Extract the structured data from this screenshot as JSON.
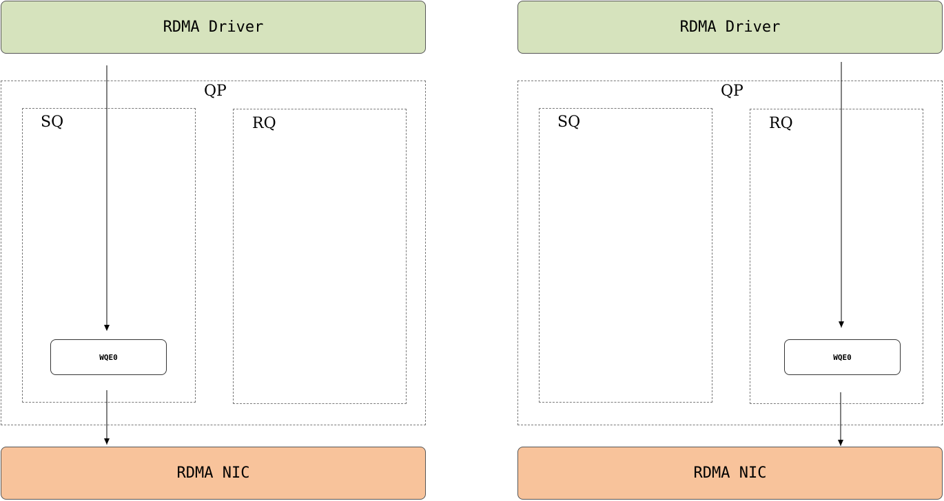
{
  "diagrams": [
    {
      "driver_label": "RDMA Driver",
      "qp_label": "QP",
      "sq_label": "SQ",
      "rq_label": "RQ",
      "wqe_label": "WQE0",
      "nic_label": "RDMA NIC",
      "target_queue": "SQ"
    },
    {
      "driver_label": "RDMA Driver",
      "qp_label": "QP",
      "sq_label": "SQ",
      "rq_label": "RQ",
      "wqe_label": "WQE0",
      "nic_label": "RDMA NIC",
      "target_queue": "RQ"
    }
  ],
  "colors": {
    "driver_fill": "#d6e3bd",
    "nic_fill": "#f8c39b",
    "border": "#555555"
  }
}
